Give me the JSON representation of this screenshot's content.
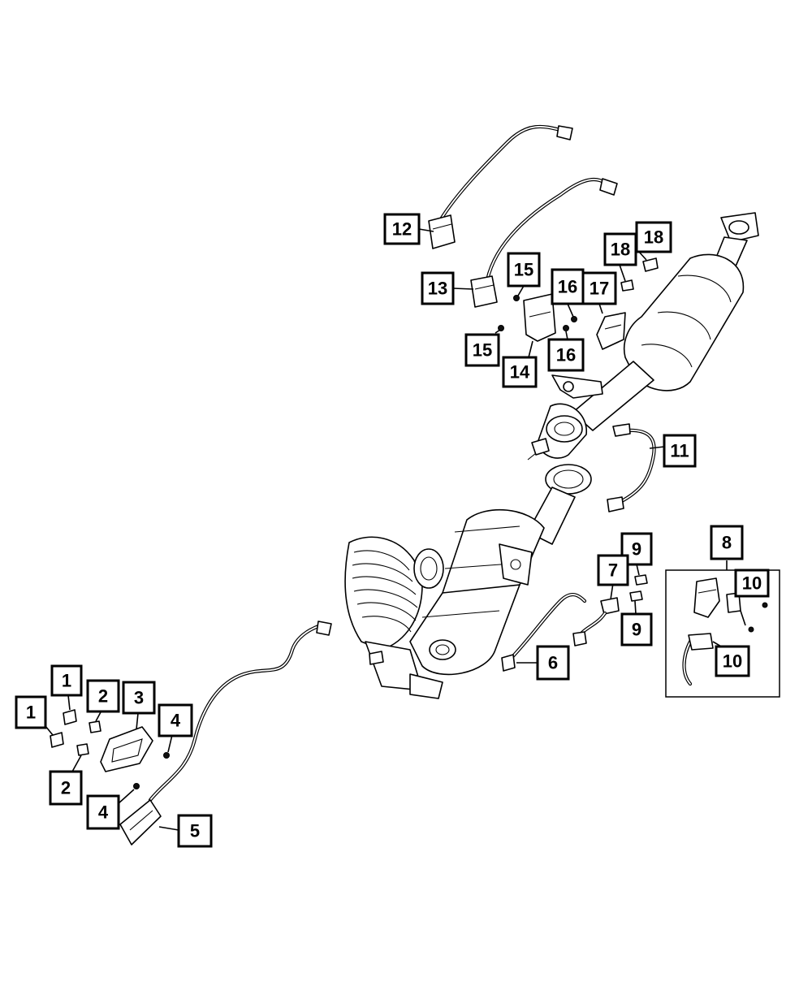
{
  "callouts": {
    "c1a": "1",
    "c1b": "1",
    "c2a": "2",
    "c2b": "2",
    "c3": "3",
    "c4a": "4",
    "c4b": "4",
    "c5": "5",
    "c6": "6",
    "c7": "7",
    "c8": "8",
    "c9a": "9",
    "c9b": "9",
    "c10a": "10",
    "c10b": "10",
    "c11": "11",
    "c12": "12",
    "c13": "13",
    "c14": "14",
    "c15a": "15",
    "c15b": "15",
    "c16a": "16",
    "c16b": "16",
    "c17": "17",
    "c18a": "18",
    "c18b": "18"
  },
  "icons": {
    "diagram": "exhaust-system-exploded-view"
  }
}
